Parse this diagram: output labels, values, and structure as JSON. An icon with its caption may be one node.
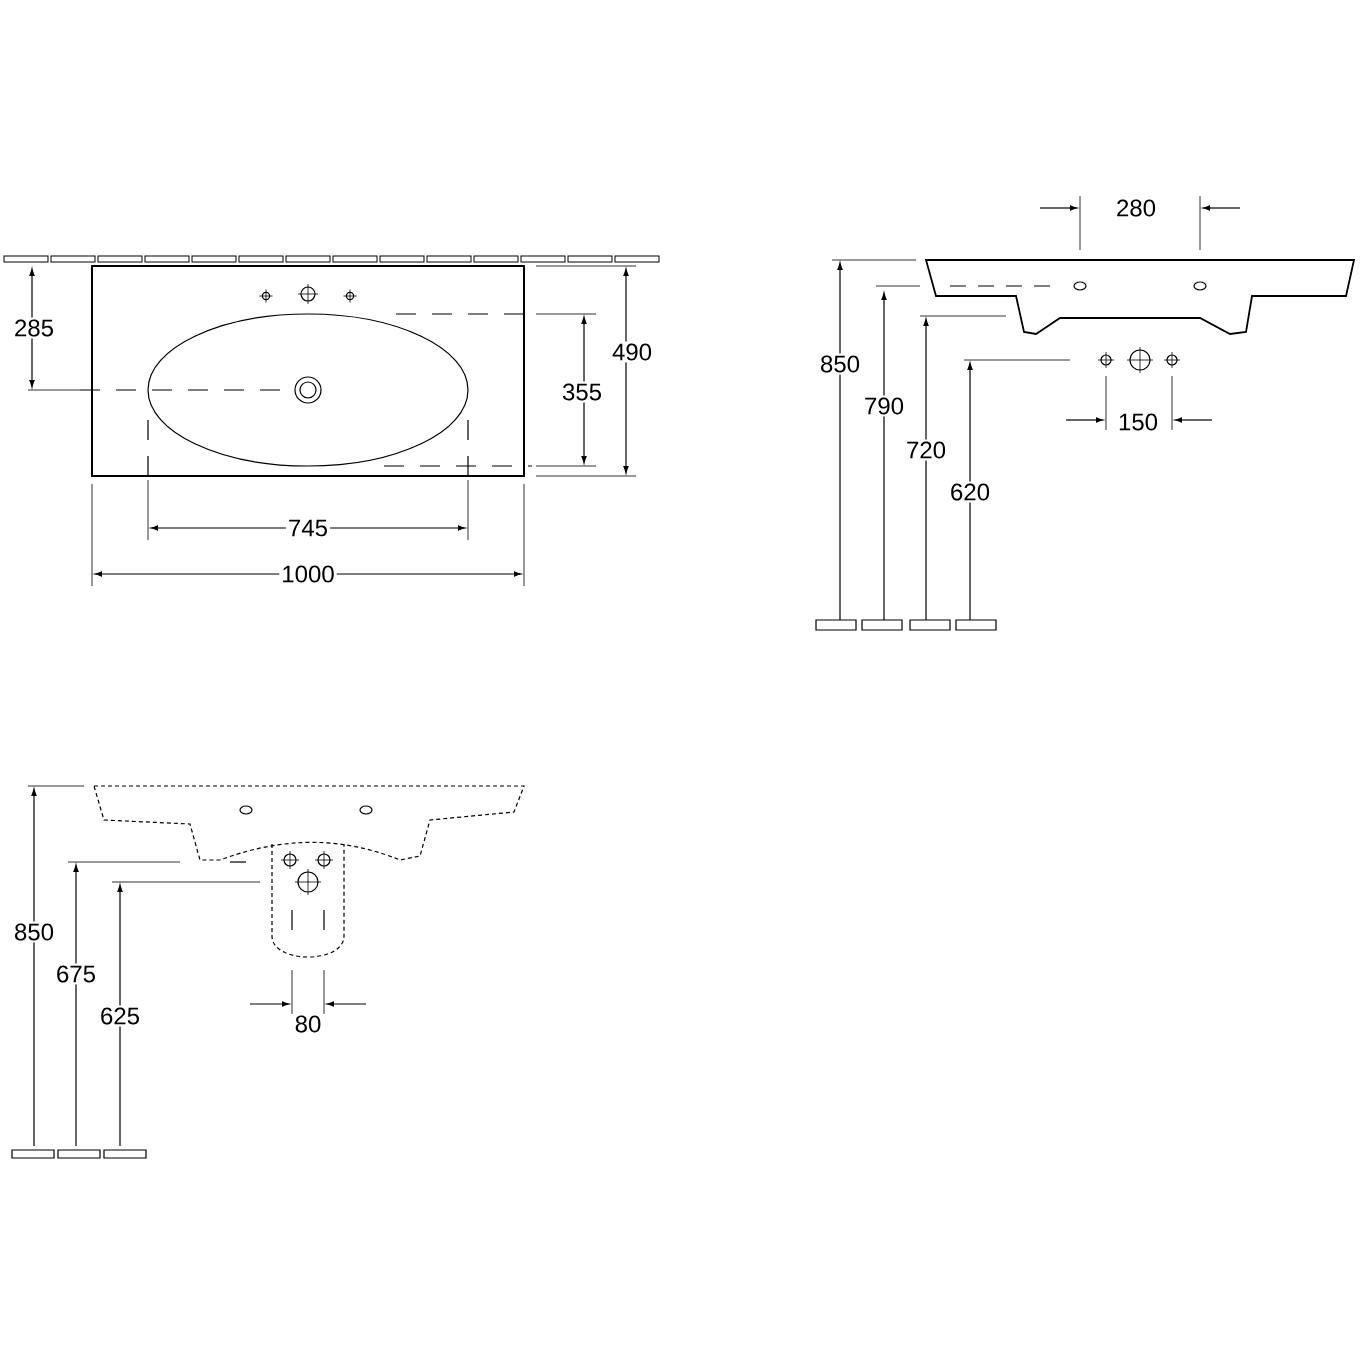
{
  "diagram": {
    "labels": [
      "285",
      "490",
      "355",
      "745",
      "1000",
      "280",
      "850",
      "790",
      "720",
      "620",
      "150",
      "850",
      "675",
      "625",
      "80"
    ]
  }
}
